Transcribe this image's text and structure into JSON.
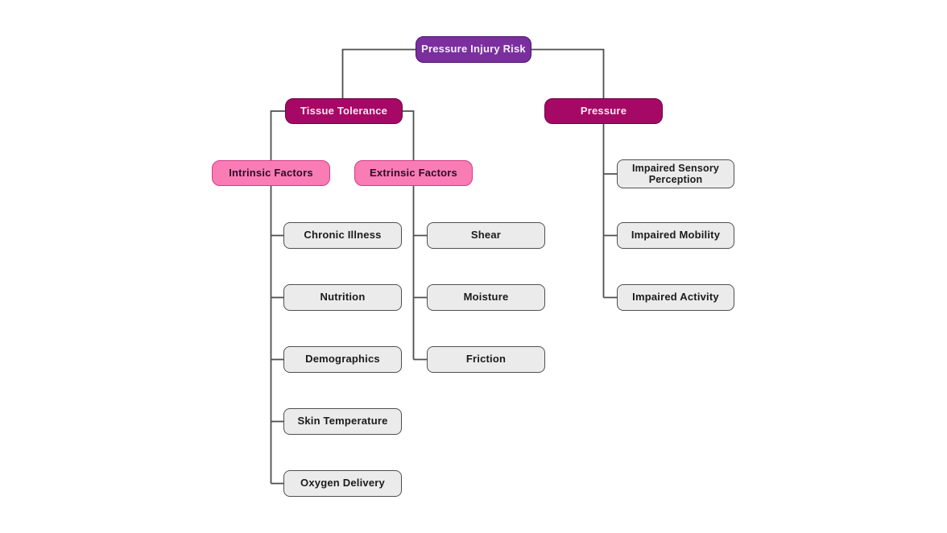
{
  "diagram_title": "Pressure Injury Risk",
  "colors": {
    "root": "#7b2f9e",
    "root_border": "#4a1070",
    "root_text": "#f4eef8",
    "branch": "#a60866",
    "branch_border": "#6e0442",
    "branch_text": "#f7e6ef",
    "sub": "#fa7cb5",
    "sub_border": "#cf3e85",
    "sub_text": "#2b0b2b",
    "leaf": "#ebebeb",
    "leaf_border": "#4f4f4f",
    "leaf_text": "#1b1b1b",
    "line": "#4f4f4f",
    "background": "#ffffff"
  },
  "tree": {
    "label": "Pressure Injury Risk",
    "children": [
      {
        "label": "Tissue Tolerance",
        "children": [
          {
            "label": "Intrinsic Factors",
            "children": [
              {
                "label": "Chronic Illness"
              },
              {
                "label": "Nutrition"
              },
              {
                "label": "Demographics"
              },
              {
                "label": "Skin Temperature"
              },
              {
                "label": "Oxygen Delivery"
              }
            ]
          },
          {
            "label": "Extrinsic Factors",
            "children": [
              {
                "label": "Shear"
              },
              {
                "label": "Moisture"
              },
              {
                "label": "Friction"
              }
            ]
          }
        ]
      },
      {
        "label": "Pressure",
        "children": [
          {
            "label": "Impaired Sensory Perception"
          },
          {
            "label": "Impaired Mobility"
          },
          {
            "label": "Impaired Activity"
          }
        ]
      }
    ]
  }
}
